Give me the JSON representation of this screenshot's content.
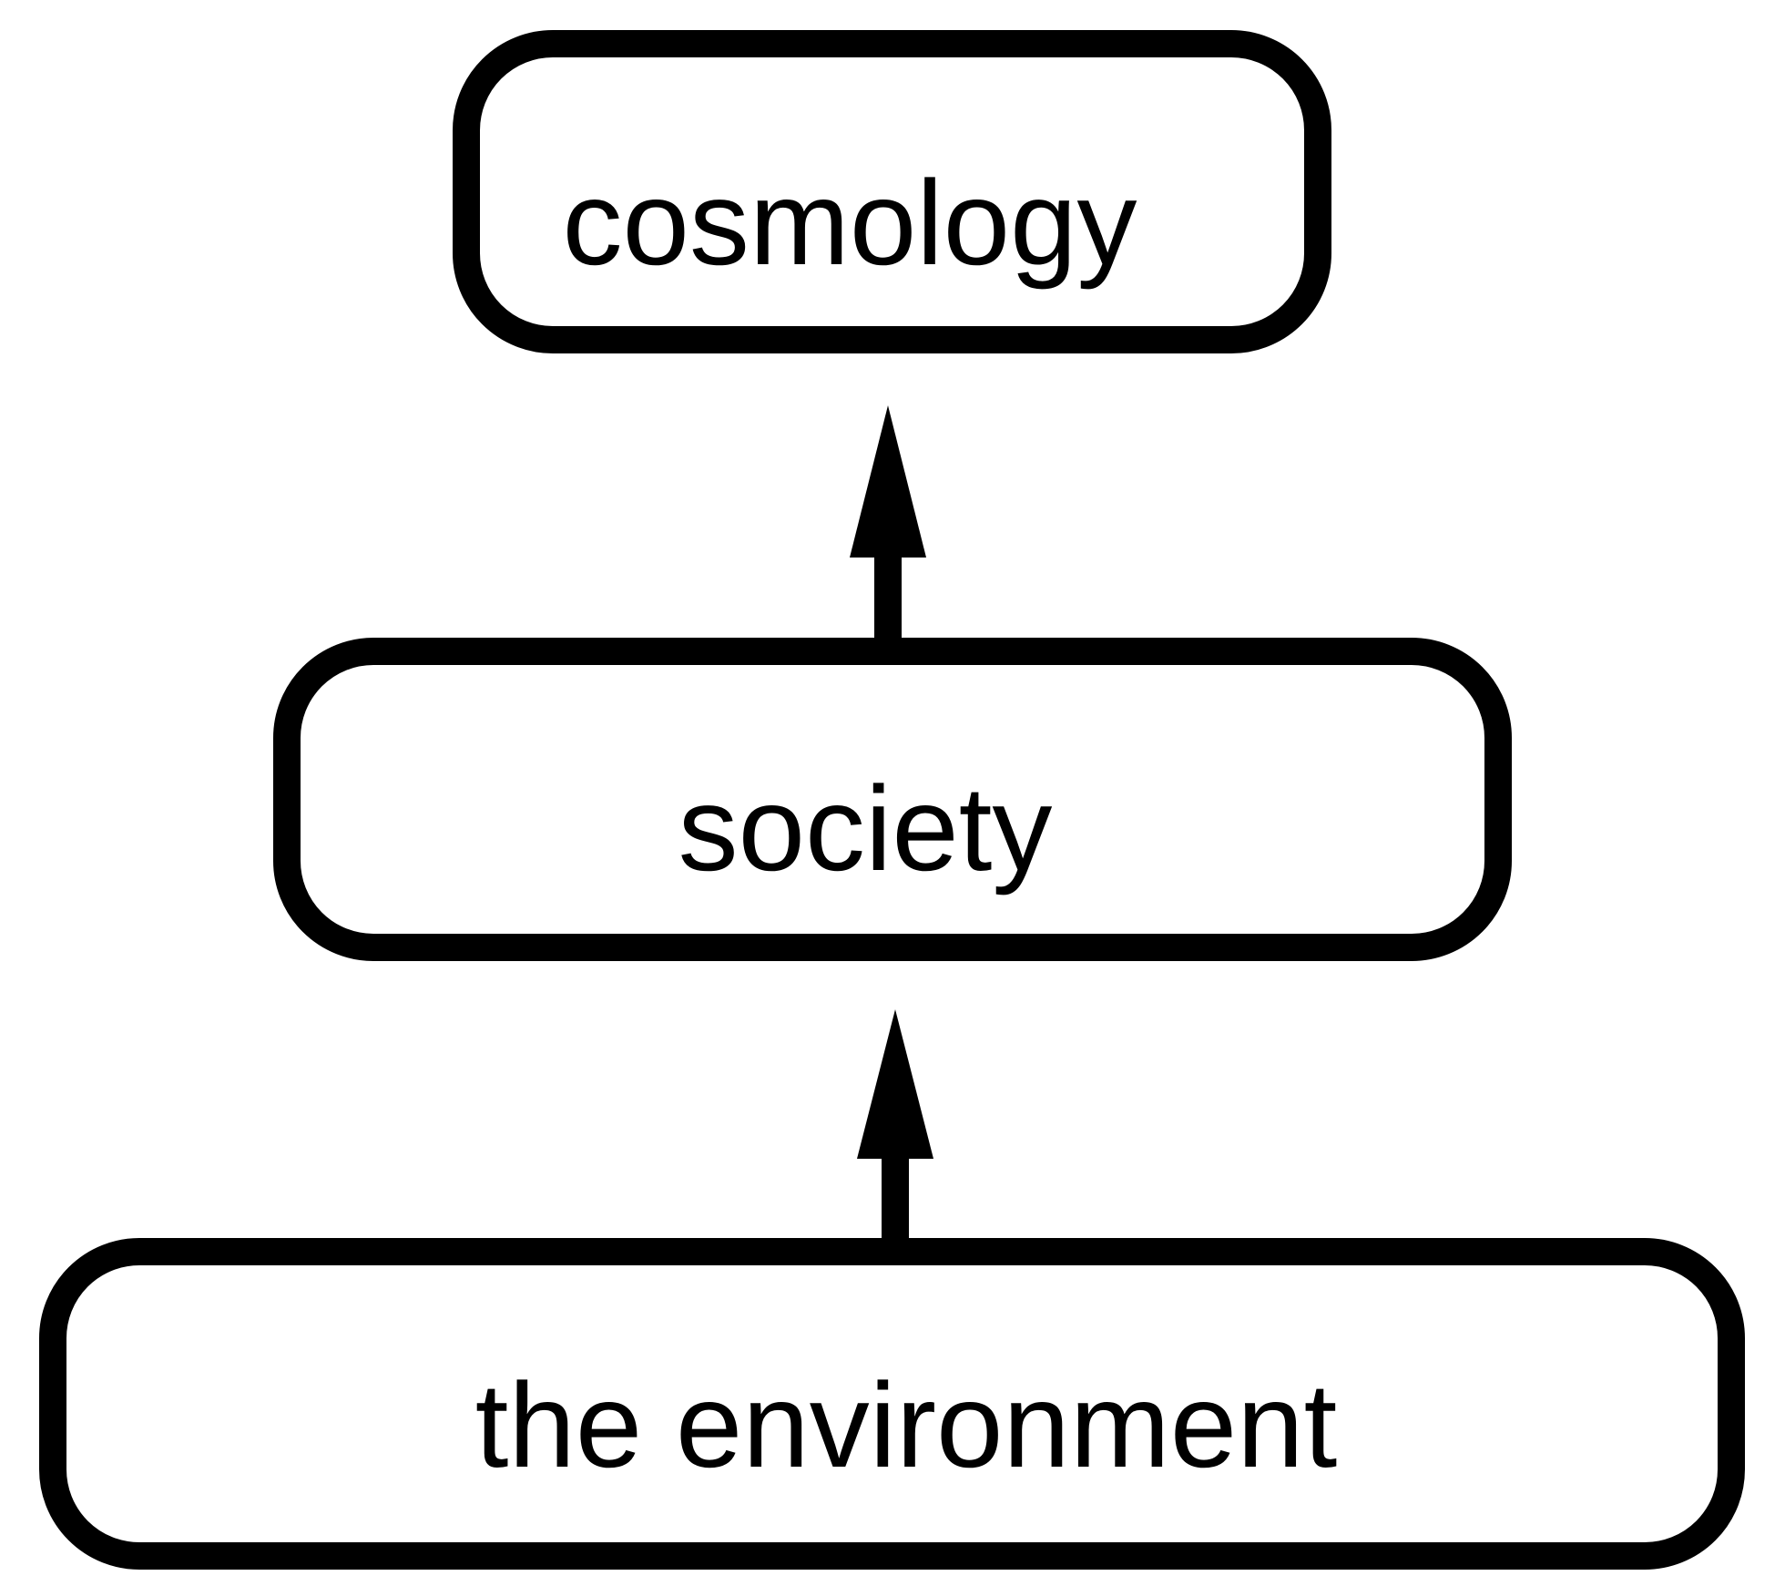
{
  "diagram": {
    "nodes": {
      "cosmology": {
        "label": "cosmology"
      },
      "society": {
        "label": "society"
      },
      "environment": {
        "label": "the environment"
      }
    },
    "edges": [
      {
        "from": "the environment",
        "to": "society"
      },
      {
        "from": "society",
        "to": "cosmology"
      }
    ],
    "colors": {
      "stroke": "#000000",
      "background": "#ffffff"
    }
  }
}
